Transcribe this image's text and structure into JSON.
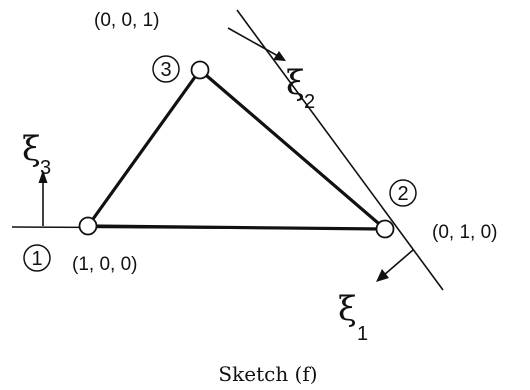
{
  "nodes": [
    {
      "id": "1",
      "coords": "(1, 0, 0)"
    },
    {
      "id": "2",
      "coords": "(0, 1, 0)"
    },
    {
      "id": "3",
      "coords": "(0, 0, 1)"
    }
  ],
  "axes": [
    {
      "symbol": "ξ",
      "subscript": "1"
    },
    {
      "symbol": "ξ",
      "subscript": "2"
    },
    {
      "symbol": "ξ",
      "subscript": "3"
    }
  ],
  "caption": "Sketch (f)"
}
